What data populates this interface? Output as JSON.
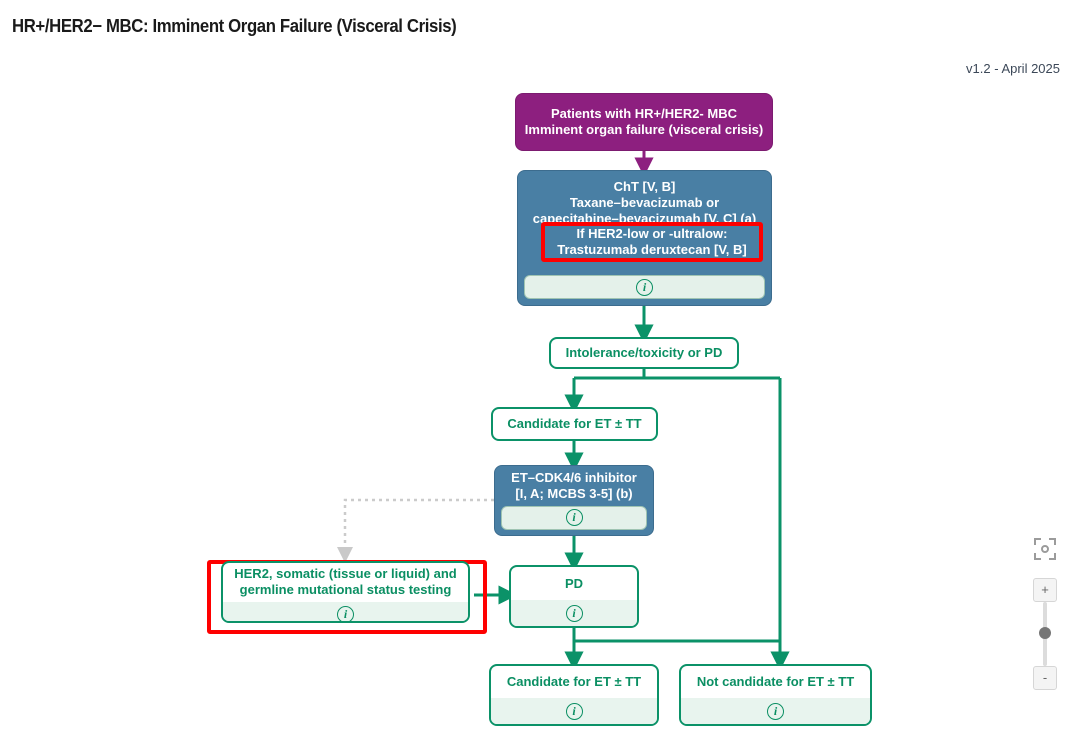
{
  "header": {
    "title": "HR+/HER2− MBC: Imminent Organ Failure (Visceral Crisis)",
    "version": "v1.2 - April 2025"
  },
  "colors": {
    "purple": "#8d1f7f",
    "blue": "#497fa4",
    "green": "#0b9268",
    "green_text": "#0b8f63",
    "red_highlight": "#fe0000",
    "info_bar": "#e4f1ea",
    "dotted_edge": "#cccccc"
  },
  "nodes": {
    "start": {
      "line1": "Patients with HR+/HER2- MBC",
      "line2": "Imminent organ failure (visceral crisis)"
    },
    "cht": {
      "line1": "ChT [V, B]",
      "line2": "Taxane–bevacizumab or",
      "line3": "capecitabine–bevacizumab [V, C] (a)",
      "info": "i"
    },
    "intolerance": {
      "label": "Intolerance/toxicity or PD"
    },
    "candidate_et_tt_1": {
      "label": "Candidate for ET ± TT"
    },
    "et_cdk": {
      "line1": "ET–CDK4/6 inhibitor",
      "line2": "[I, A; MCBS 3-5] (b)",
      "info": "i"
    },
    "her2_testing": {
      "line1": "HER2, somatic (tissue or liquid) and",
      "line2": "germline mutational status testing",
      "info": "i"
    },
    "pd": {
      "label": "PD",
      "info": "i"
    },
    "candidate_et_tt_2": {
      "label": "Candidate for ET ± TT",
      "info": "i"
    },
    "not_candidate_et_tt": {
      "label": "Not candidate for ET ± TT",
      "info": "i"
    }
  },
  "annotations": {
    "her2_low": {
      "line1": "If HER2-low or -ultralow:",
      "line2": "Trastuzumab deruxtecan [V, B]"
    }
  },
  "zoom_controls": {
    "fit_icon": "fit-to-screen-icon",
    "zoom_in_label": "+",
    "zoom_out_label": "-"
  }
}
